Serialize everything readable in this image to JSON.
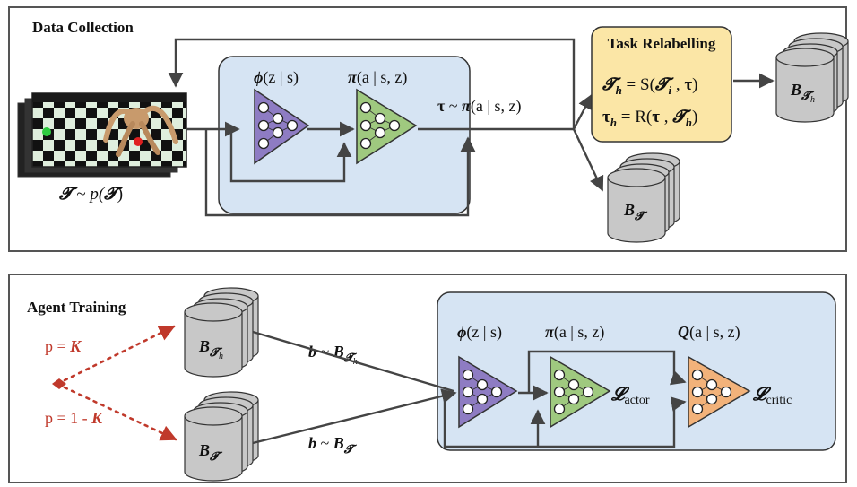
{
  "panels": {
    "data_collection": {
      "title": "Data Collection"
    },
    "agent_training": {
      "title": "Agent Training"
    }
  },
  "task_dist": {
    "T": "𝓣",
    "tilde": " ~ ",
    "p": "p(",
    "T2": "𝓣",
    "close": ")"
  },
  "enc": {
    "phi": "ϕ",
    "args": "(z | s)"
  },
  "pol": {
    "pi": "π",
    "args": "(a | s, z)"
  },
  "traj": {
    "tau": "τ",
    "tilde": " ~ ",
    "pi": "π",
    "args": "(a | s, z)"
  },
  "relabel": {
    "title": "Task Relabelling",
    "l1_T": "𝓣",
    "l1_h": "h",
    "l1_eq": " = S(",
    "l1_T2": "𝓣",
    "l1_i": "i",
    "l1_sep": " , ",
    "l1_tau": "τ",
    "l1_close": ")",
    "l2_tau": "τ",
    "l2_h": "h",
    "l2_eq": " = R(",
    "l2_tau2": "τ",
    "l2_sep": " , ",
    "l2_T": "𝓣",
    "l2_h2": "h",
    "l2_close": ")"
  },
  "buffers": {
    "B": "B",
    "T": "𝓣",
    "h": "h"
  },
  "training": {
    "p_k_pre": "p = ",
    "K": "K",
    "p_1k_pre": "p = 1 - ",
    "K2": "K",
    "b": "b",
    "tilde": " ~ ",
    "B": "B",
    "T": "𝓣",
    "h": "h",
    "q": "Q",
    "q_args": "(a | s, z)",
    "loss": "𝓛",
    "actor": "actor",
    "critic": "critic"
  },
  "colors": {
    "panel_border": "#555555",
    "blue_box": "#d6e4f3",
    "encoder": "#8e7cc3",
    "policy": "#9fc97f",
    "critic": "#f2b27a",
    "relabel": "#fbe6a6",
    "buffer": "#c8c8c8",
    "arrow": "#444444",
    "red": "#c0392b"
  }
}
